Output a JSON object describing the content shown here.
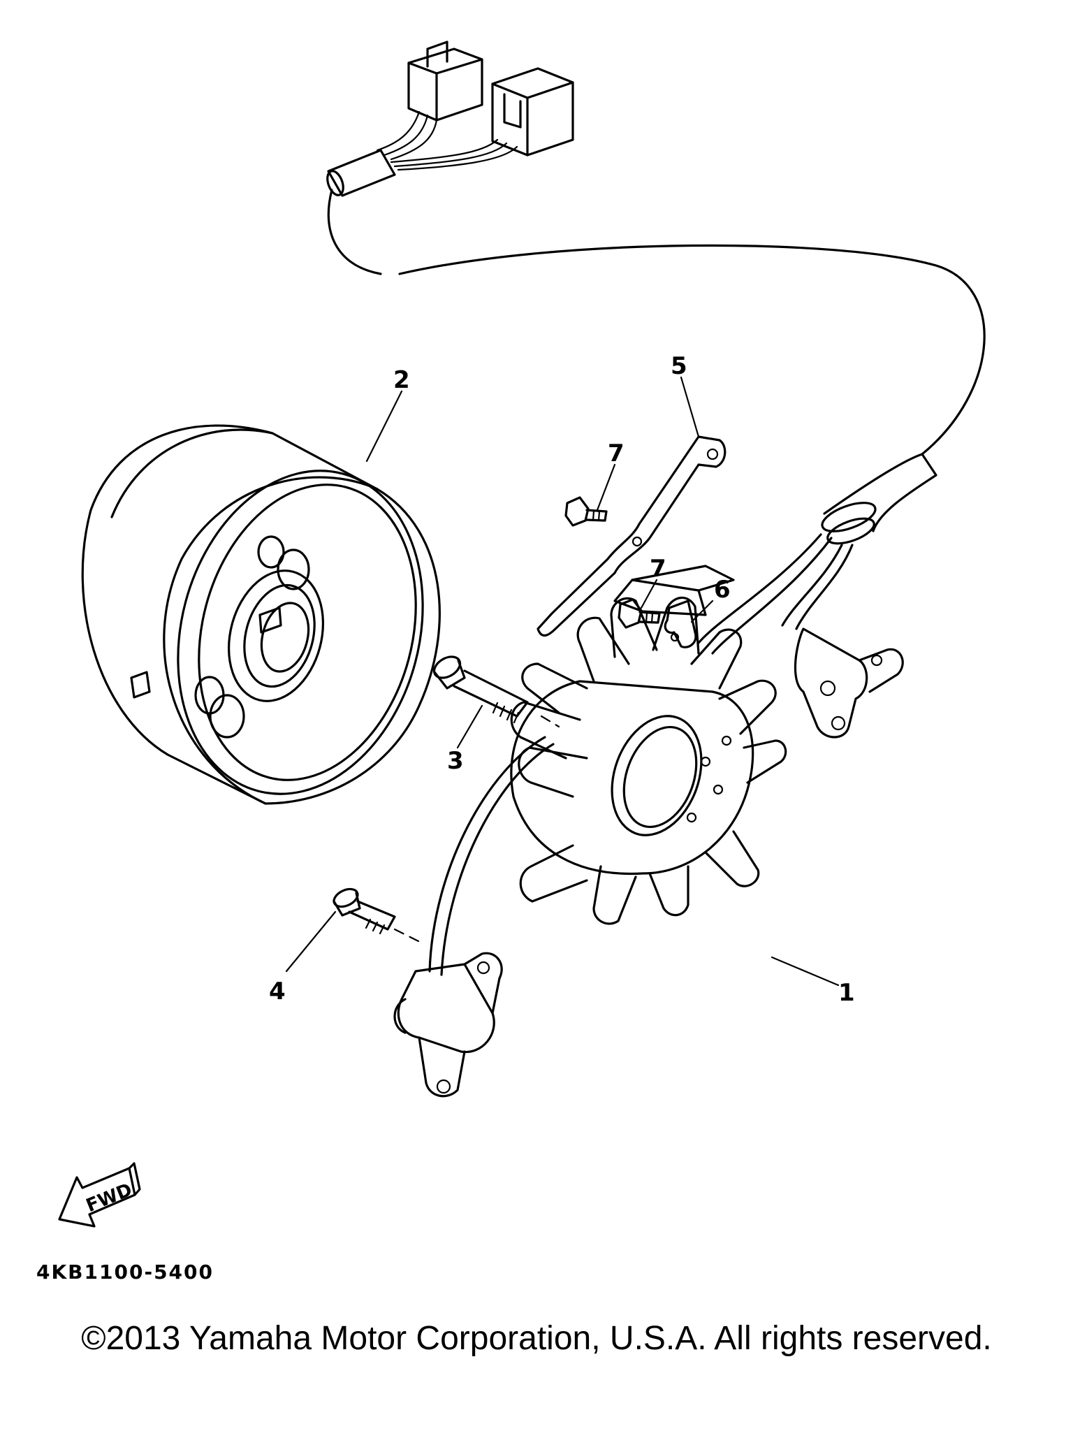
{
  "diagram": {
    "callouts": [
      {
        "id": "1",
        "label": "1"
      },
      {
        "id": "2",
        "label": "2"
      },
      {
        "id": "3",
        "label": "3"
      },
      {
        "id": "4",
        "label": "4"
      },
      {
        "id": "5",
        "label": "5"
      },
      {
        "id": "6",
        "label": "6"
      },
      {
        "id": "7a",
        "label": "7"
      },
      {
        "id": "7b",
        "label": "7"
      }
    ],
    "direction_arrow": {
      "label": "FWD"
    },
    "drawing_code": "4KB1100-5400"
  },
  "footer": {
    "copyright": "©2013 Yamaha Motor Corporation, U.S.A. All rights reserved."
  }
}
